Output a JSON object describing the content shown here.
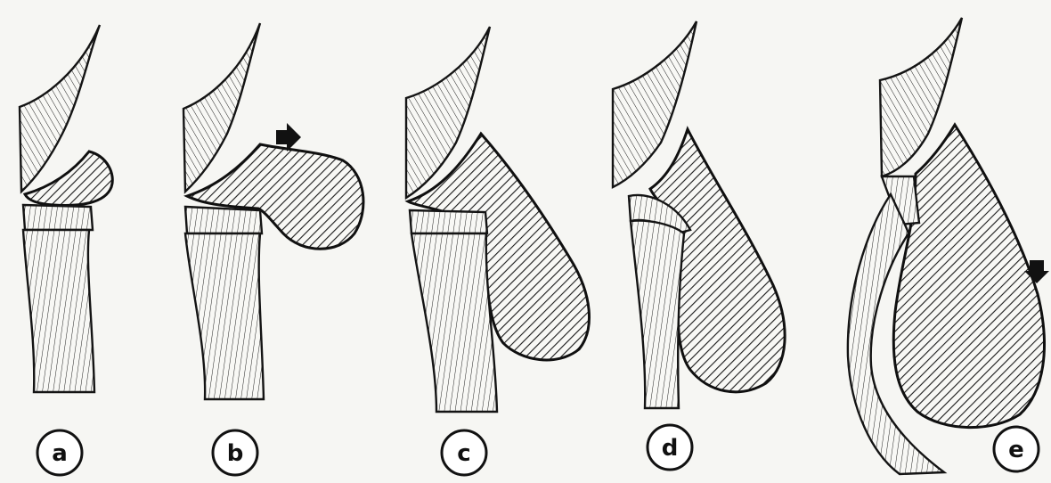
{
  "figure": {
    "stages": [
      {
        "id": "a",
        "label": "a"
      },
      {
        "id": "b",
        "label": "b"
      },
      {
        "id": "c",
        "label": "c"
      },
      {
        "id": "d",
        "label": "d"
      },
      {
        "id": "e",
        "label": "e"
      }
    ],
    "colors": {
      "ink": "#111111",
      "paper": "#f6f6f3"
    }
  }
}
